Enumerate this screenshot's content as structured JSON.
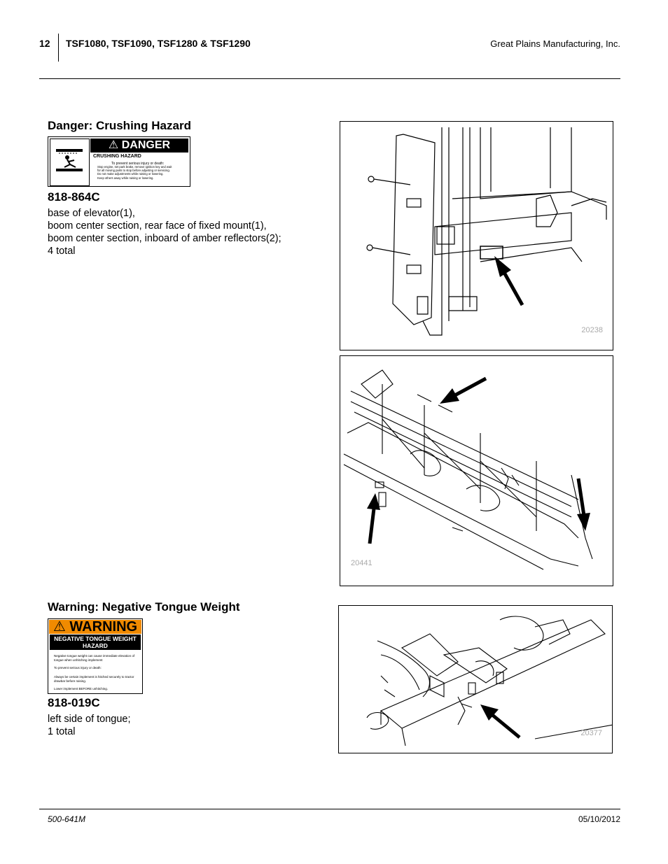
{
  "header": {
    "page_number": "12",
    "title": "TSF1080, TSF1090, TSF1280 & TSF1290",
    "company": "Great Plains Manufacturing, Inc."
  },
  "sections": [
    {
      "heading": "Danger: Crushing Hazard",
      "part_number": "818-864C",
      "description_lines": [
        "base of elevator(1),",
        "boom center section, rear face of fixed mount(1),",
        "boom center section, inboard of amber reflectors(2);",
        "4 total"
      ],
      "decal": {
        "header": "DANGER",
        "title": "CRUSHING HAZARD",
        "subtitle": "To prevent serious injury or death:",
        "bullets": [
          "Stop engine, set park brake, remove ignition key and wait",
          "for all moving parts to stop before adjusting or servicing.",
          "Do not make adjustments while raising or lowering.",
          "Keep others away while raising or lowering."
        ]
      }
    },
    {
      "heading": "Warning: Negative Tongue Weight",
      "part_number": "818-019C",
      "description_lines": [
        "left side of tongue;",
        "1 total"
      ],
      "decal": {
        "header": "WARNING",
        "title_line1": "NEGATIVE TONGUE WEIGHT",
        "title_line2": "HAZARD",
        "text1": "Negative tongue weight can cause immediate elevation of tongue when unhitching implement",
        "text2": "To prevent serious injury or death:",
        "bullet1": "Always be certain implement is hitched securely to tractor drawbar before raising.",
        "bullet2": "Lower implement BEFORE unhitching."
      }
    }
  ],
  "figures": [
    {
      "number": "20238",
      "icon": "elevator-mount-illustration"
    },
    {
      "number": "20441",
      "icon": "boom-frame-illustration"
    },
    {
      "number": "20377",
      "icon": "tongue-hitch-illustration"
    }
  ],
  "footer": {
    "doc_number": "500-641M",
    "date": "05/10/2012"
  },
  "colors": {
    "warning_orange": "#f08a00",
    "figure_number_gray": "#aaaaaa"
  }
}
